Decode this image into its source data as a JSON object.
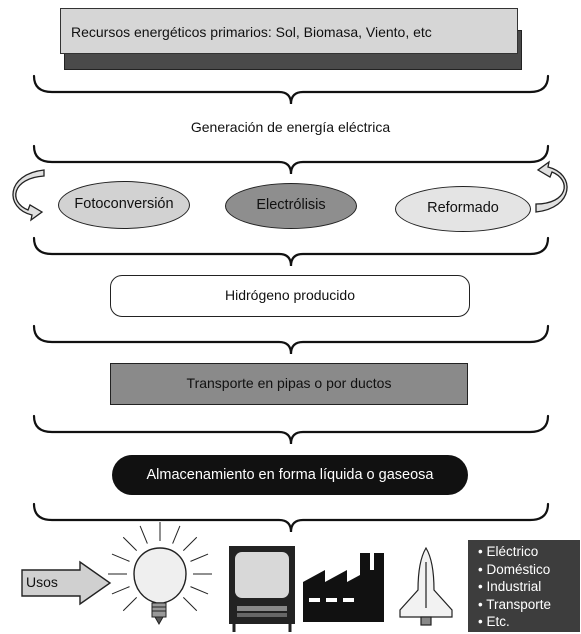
{
  "primary_resources": {
    "label": "Recursos energéticos primarios: Sol, Biomasa, Viento, etc"
  },
  "generation": {
    "label": "Generación de energía eléctrica"
  },
  "processes": [
    {
      "label": "Fotoconversión",
      "fill": "#d2d2d2"
    },
    {
      "label": "Electrólisis",
      "fill": "#8e8e8e"
    },
    {
      "label": "Reformado",
      "fill": "#e4e4e4"
    }
  ],
  "hydrogen": {
    "label": "Hidrógeno producido"
  },
  "transport": {
    "label": "Transporte en pipas o por ductos",
    "fill": "#8a8a8a"
  },
  "storage": {
    "label": "Almacenamiento en forma líquida o gaseosa",
    "fill": "#111111"
  },
  "uses": {
    "arrow_label": "Usos",
    "icons": [
      "light-bulb-icon",
      "television-icon",
      "factory-icon",
      "space-shuttle-icon"
    ],
    "list": [
      "• Eléctrico",
      "• Doméstico",
      "• Industrial",
      "• Transporte",
      "• Etc."
    ]
  }
}
